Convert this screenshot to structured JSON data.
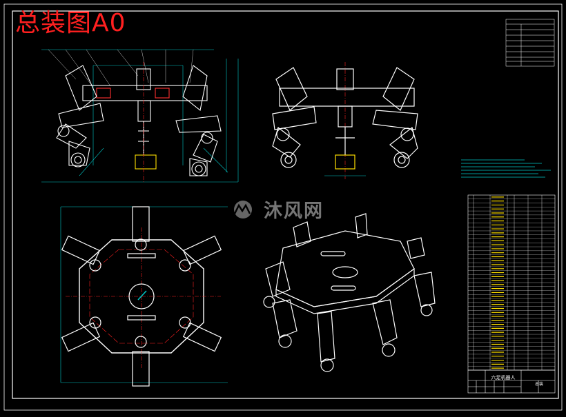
{
  "drawing": {
    "big_title": "总装图A0",
    "watermark_text": "沐风网",
    "watermark_logo": "mf-logo-icon",
    "title_block_part_name": "六足机器人",
    "title_block_number": "总装"
  },
  "colors": {
    "background": "#000000",
    "frame": "#ffffff",
    "title": "#ff2020",
    "dimension": "#00c8c8",
    "center_line": "#ff2020",
    "part_highlight": "#ffe000",
    "part_accent": "#ff3030"
  }
}
